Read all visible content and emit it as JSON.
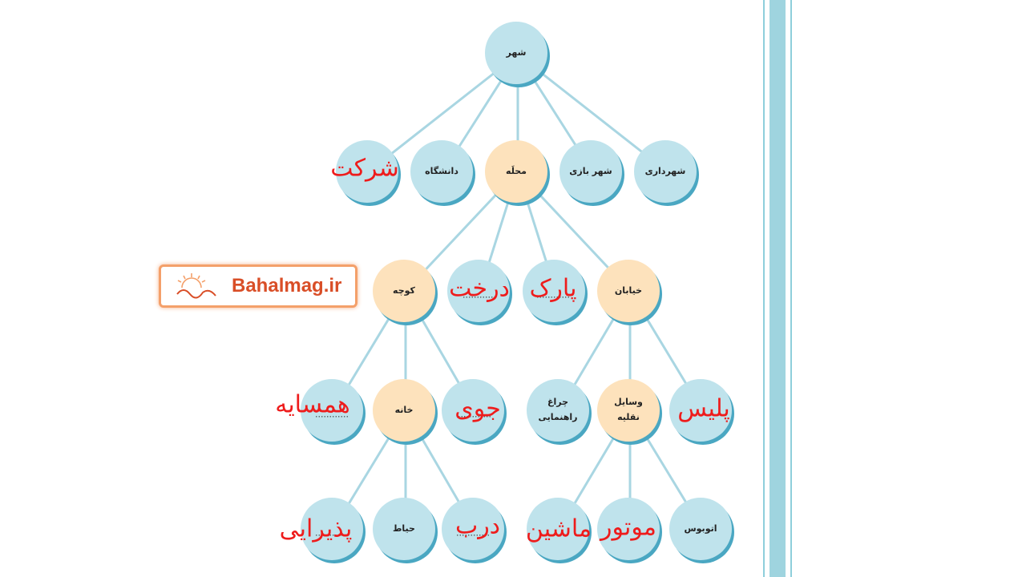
{
  "colors": {
    "node_fill": "#bfe3ec",
    "node_highlight_fill": "#fde2bc",
    "edge": "#a9d6e2",
    "handwriting": "#ee1c1c"
  },
  "nodes": {
    "city": {
      "label": "شهر"
    },
    "municipality": {
      "label": "شهرداری"
    },
    "playground": {
      "label": "شهر بازی"
    },
    "neighborhood": {
      "label": "محلَه"
    },
    "university": {
      "label": "دانشگاه"
    },
    "company": {
      "label": "",
      "handwritten": "شرکت"
    },
    "street": {
      "label": "خیابان"
    },
    "park": {
      "label": "",
      "handwritten": "پارک"
    },
    "tree": {
      "label": "",
      "handwritten": "درخت"
    },
    "alley": {
      "label": "کوچه"
    },
    "police": {
      "label": "",
      "handwritten": "پلیس"
    },
    "vehicles": {
      "label": "وسایل\nنقلیه"
    },
    "traffic_light": {
      "label": "چراغ\nراهنمایی"
    },
    "stream": {
      "label": "",
      "handwritten": "جوی"
    },
    "house": {
      "label": "خانه"
    },
    "neighbor": {
      "label": "",
      "handwritten": "همسایه"
    },
    "bus": {
      "label": "اتوبوس"
    },
    "motorcycle": {
      "label": "",
      "handwritten": "موتور"
    },
    "car": {
      "label": "",
      "handwritten": "ماشین"
    },
    "door": {
      "label": "",
      "handwritten": "درب"
    },
    "yard": {
      "label": "حیاط"
    },
    "reception": {
      "label": "",
      "handwritten": "پذیرایی"
    }
  },
  "watermark": {
    "text": "Bahalmag.ir"
  }
}
